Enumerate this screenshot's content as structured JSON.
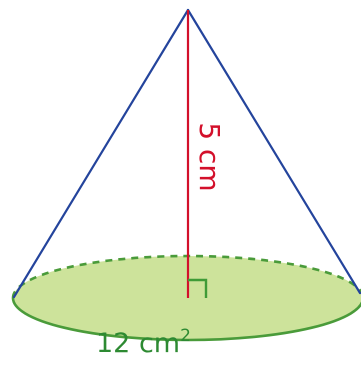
{
  "figure": {
    "type": "cone",
    "height_label": "5 cm",
    "base_area_value": "12 cm",
    "base_area_exponent": "2",
    "colors": {
      "slant_edges": "#24449c",
      "height_line": "#d3102b",
      "height_label": "#d3102b",
      "base_fill": "#cde39b",
      "base_outline": "#4a9b3a",
      "right_angle_marker": "#3f9b37",
      "area_label": "#2d8a32"
    }
  }
}
